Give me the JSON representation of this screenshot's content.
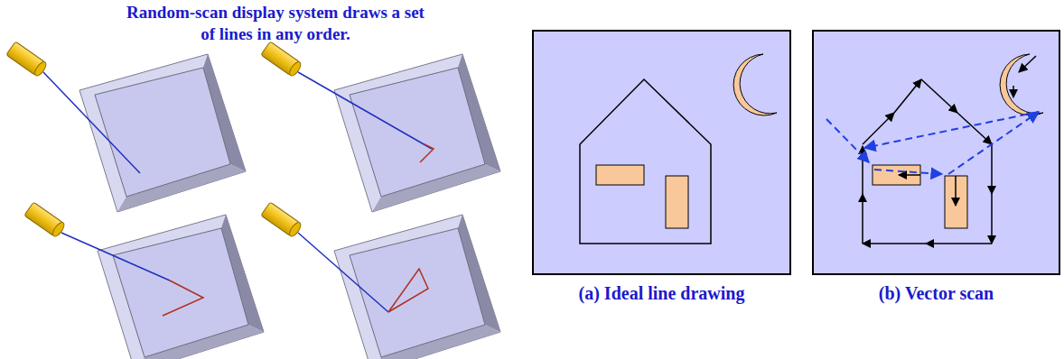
{
  "diagram": {
    "title": "Random-scan display system draws a set of lines in any order.",
    "labels": [
      "(a) Ideal line drawing",
      "(b) Vector scan"
    ]
  }
}
